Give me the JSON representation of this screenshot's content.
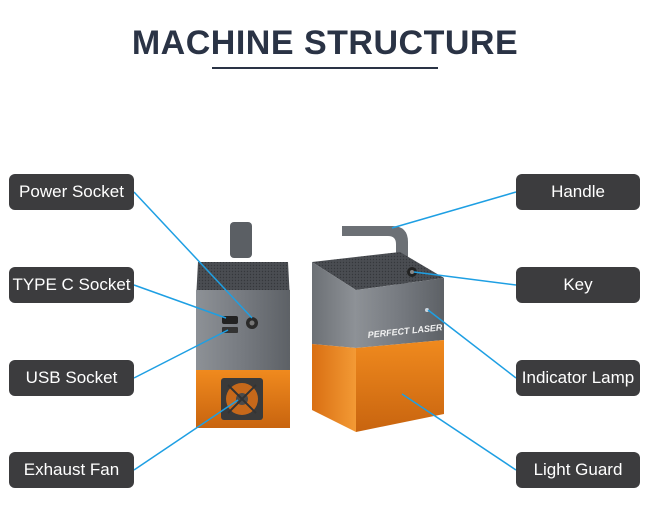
{
  "title": "MACHINE STRUCTURE",
  "brand_text": "PERFECT LASER",
  "colors": {
    "label_bg": "#3c3c3e",
    "line": "#1e9fe3",
    "title": "#2a3345",
    "orange": "#e07a1a"
  },
  "labels_left": [
    {
      "text": "Power Socket"
    },
    {
      "text": "TYPE C Socket"
    },
    {
      "text": "USB Socket"
    },
    {
      "text": "Exhaust Fan"
    }
  ],
  "labels_right": [
    {
      "text": "Handle"
    },
    {
      "text": "Key"
    },
    {
      "text": "Indicator Lamp"
    },
    {
      "text": "Light Guard"
    }
  ]
}
